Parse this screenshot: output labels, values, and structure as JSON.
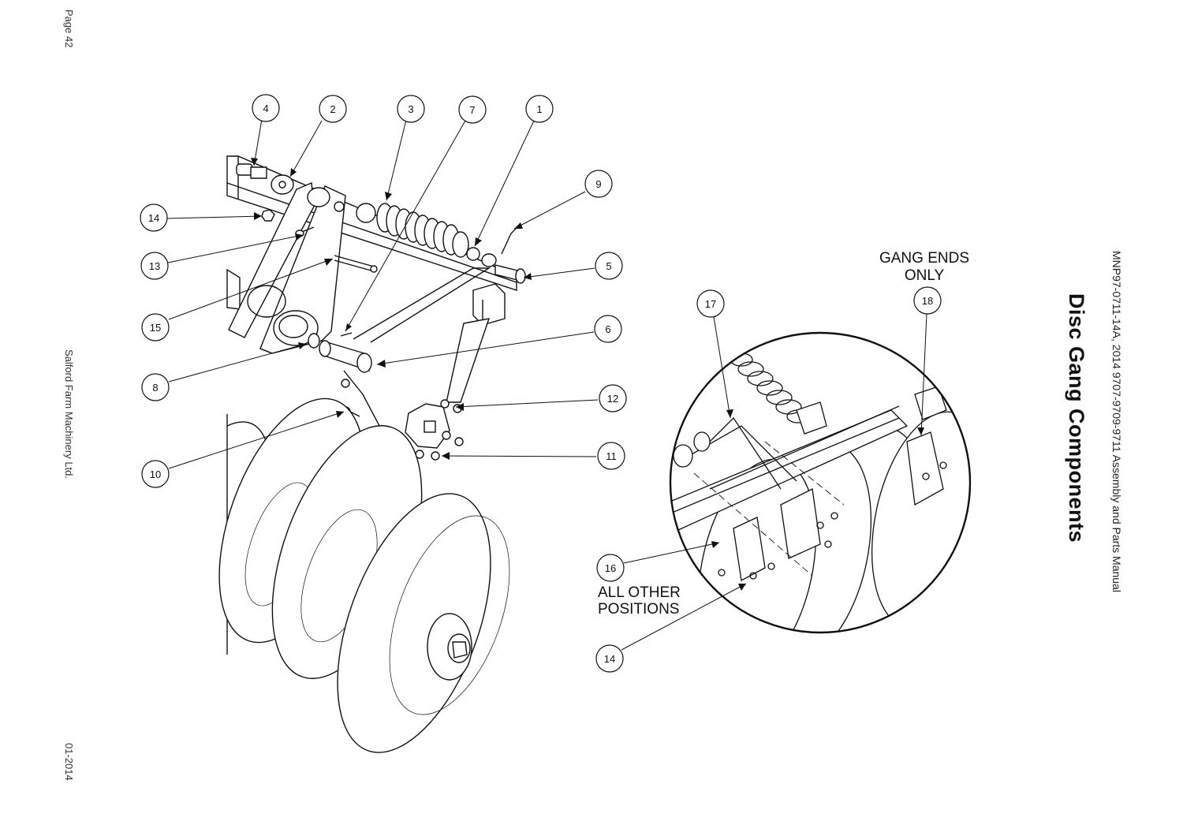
{
  "page": {
    "page_label": "Page 42",
    "company": "Salford Farm Machinery Ltd.",
    "date": "01-2014",
    "manual_title": "MNP97-0711-14A, 2014 9707-9709-9711 Assembly and Parts Manual",
    "section_title": "Disc Gang Components"
  },
  "callouts": {
    "c1": "1",
    "c2": "2",
    "c3": "3",
    "c4": "4",
    "c5": "5",
    "c6": "6",
    "c7": "7",
    "c8": "8",
    "c9": "9",
    "c10": "10",
    "c11": "11",
    "c12": "12",
    "c13": "13",
    "c14a": "14",
    "c14b": "14",
    "c15": "15",
    "c16": "16",
    "c17": "17",
    "c18": "18"
  },
  "notes": {
    "gang_ends_line1": "GANG ENDS",
    "gang_ends_line2": "ONLY",
    "all_other_line1": "ALL OTHER",
    "all_other_line2": "POSITIONS"
  }
}
